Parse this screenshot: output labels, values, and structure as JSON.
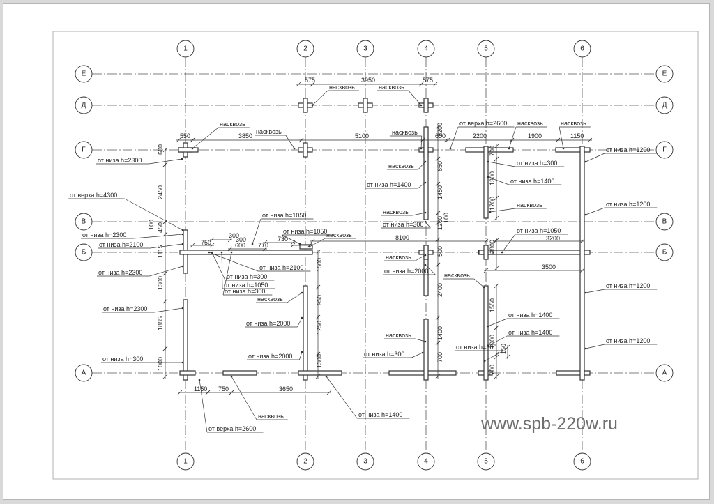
{
  "watermark": "www.spb-220w.ru",
  "columns": [
    "1",
    "2",
    "3",
    "4",
    "5",
    "6"
  ],
  "rows": [
    "Е",
    "Д",
    "Г",
    "В",
    "Б",
    "А"
  ],
  "dimensions": [
    "575",
    "3950",
    "575",
    "550",
    "3850",
    "5100",
    "650",
    "2200",
    "1900",
    "1150",
    "2200",
    "600",
    "2450",
    "450",
    "100",
    "1115",
    "1300",
    "1885",
    "1000",
    "750",
    "300",
    "300",
    "600",
    "770",
    "730",
    "8100",
    "3200",
    "3500",
    "650",
    "1450",
    "1200",
    "100",
    "500",
    "2400",
    "1400",
    "700",
    "700",
    "1300",
    "1700",
    "2800",
    "1550",
    "1000",
    "150",
    "700",
    "1500",
    "950",
    "1250",
    "1300",
    "1150",
    "750",
    "3650"
  ],
  "notes": [
    "насквозь",
    "насквозь",
    "насквозь",
    "насквозь",
    "от верха h=2600",
    "насквозь",
    "насквозь",
    "насквозь",
    "от низа h=2300",
    "от низа h=1200",
    "насквозь",
    "от низа h=300",
    "от низа h=1400",
    "от низа h=1400",
    "от верха h=4300",
    "насквозь",
    "от низа h=1200",
    "насквозь",
    "от низа h=1050",
    "от низа h=1050",
    "насквозь",
    "от низа h=2300",
    "от низа h=2100",
    "от низа h=300",
    "от низа h=1050",
    "от низа h=2100",
    "от низа h=300",
    "от низа h=1050",
    "от низа h=300",
    "от низа h=2300",
    "от низа h=2000",
    "насквозь",
    "насквозь",
    "от низа h=2300",
    "от низа h=1200",
    "насквозь",
    "от низа h=2000",
    "от низа h=1400",
    "насквозь",
    "от низа h=1400",
    "от низа h=300",
    "от низа h=1200",
    "от низа h=2000",
    "от низа h=300",
    "от низа h=300",
    "насквозь",
    "от верха h=2600",
    "от низа h=1400"
  ]
}
